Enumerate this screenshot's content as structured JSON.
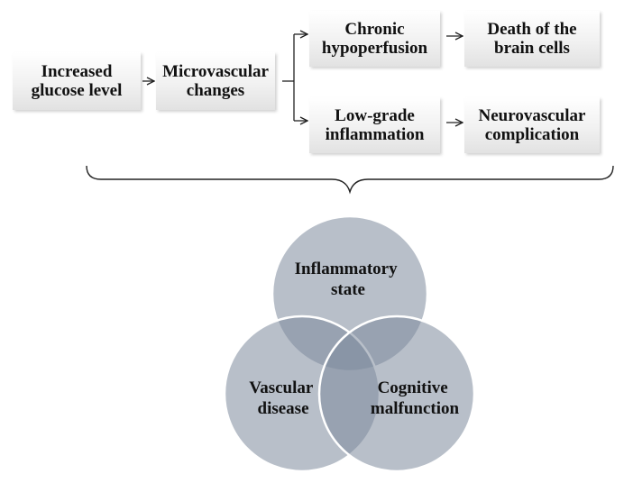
{
  "flow": {
    "nodes": [
      {
        "id": "increased-glucose",
        "label": "Increased\nglucose level"
      },
      {
        "id": "microvascular-changes",
        "label": "Microvascular\nchanges"
      },
      {
        "id": "chronic-hypoperfusion",
        "label": "Chronic\nhypoperfusion"
      },
      {
        "id": "death-brain-cells",
        "label": "Death of the\nbrain cells"
      },
      {
        "id": "low-grade-inflammation",
        "label": "Low-grade\ninflammation"
      },
      {
        "id": "neurovascular-complication",
        "label": "Neurovascular\ncomplication"
      }
    ],
    "edges": [
      {
        "from": "increased-glucose",
        "to": "microvascular-changes"
      },
      {
        "from": "microvascular-changes",
        "to": "chronic-hypoperfusion"
      },
      {
        "from": "microvascular-changes",
        "to": "low-grade-inflammation"
      },
      {
        "from": "chronic-hypoperfusion",
        "to": "death-brain-cells"
      },
      {
        "from": "low-grade-inflammation",
        "to": "neurovascular-complication"
      }
    ]
  },
  "venn": {
    "circles": [
      {
        "id": "inflammatory-state",
        "line1": "Inflammatory",
        "line2": "state"
      },
      {
        "id": "vascular-disease",
        "line1": "Vascular",
        "line2": "disease"
      },
      {
        "id": "cognitive-malfunction",
        "line1": "Cognitive",
        "line2": "malfunction"
      }
    ],
    "fill_color": "#7d8b9c",
    "stroke_color": "#ffffff"
  }
}
